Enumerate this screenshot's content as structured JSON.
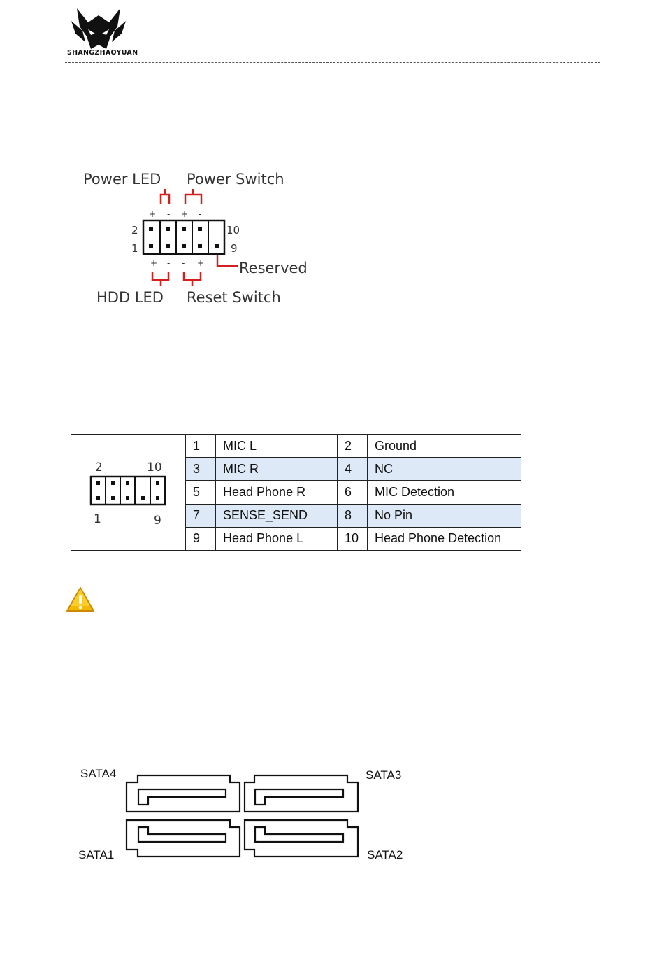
{
  "header": {
    "brand": "SHANGZHAOYUAN"
  },
  "front_panel": {
    "labels": {
      "power_led": "Power LED",
      "power_switch": "Power Switch",
      "reserved": "Reserved",
      "hdd_led": "HDD LED",
      "reset_switch": "Reset Switch"
    },
    "pin_numbers": {
      "top_left": "2",
      "bottom_left": "1",
      "top_right": "10",
      "bottom_right": "9"
    },
    "polarity": {
      "plus": "+",
      "minus": "-"
    },
    "accent_color": "#d22020"
  },
  "audio_header": {
    "pin_numbers": {
      "top_left": "2",
      "top_right": "10",
      "bottom_left": "1",
      "bottom_right": "9"
    },
    "rows": [
      {
        "pin_a": "1",
        "name_a": "MIC L",
        "pin_b": "2",
        "name_b": "Ground"
      },
      {
        "pin_a": "3",
        "name_a": "MIC R",
        "pin_b": "4",
        "name_b": "NC"
      },
      {
        "pin_a": "5",
        "name_a": "Head Phone R",
        "pin_b": "6",
        "name_b": "MIC Detection"
      },
      {
        "pin_a": "7",
        "name_a": "SENSE_SEND",
        "pin_b": "8",
        "name_b": "No Pin"
      },
      {
        "pin_a": "9",
        "name_a": "Head Phone L",
        "pin_b": "10",
        "name_b": "Head Phone Detection"
      }
    ],
    "shade_color": "#dde9f7"
  },
  "warning": {
    "icon": "warning-icon",
    "color": "#f5b800"
  },
  "sata": {
    "top_left": "SATA4",
    "top_right": "SATA3",
    "bottom_left": "SATA1",
    "bottom_right": "SATA2"
  }
}
